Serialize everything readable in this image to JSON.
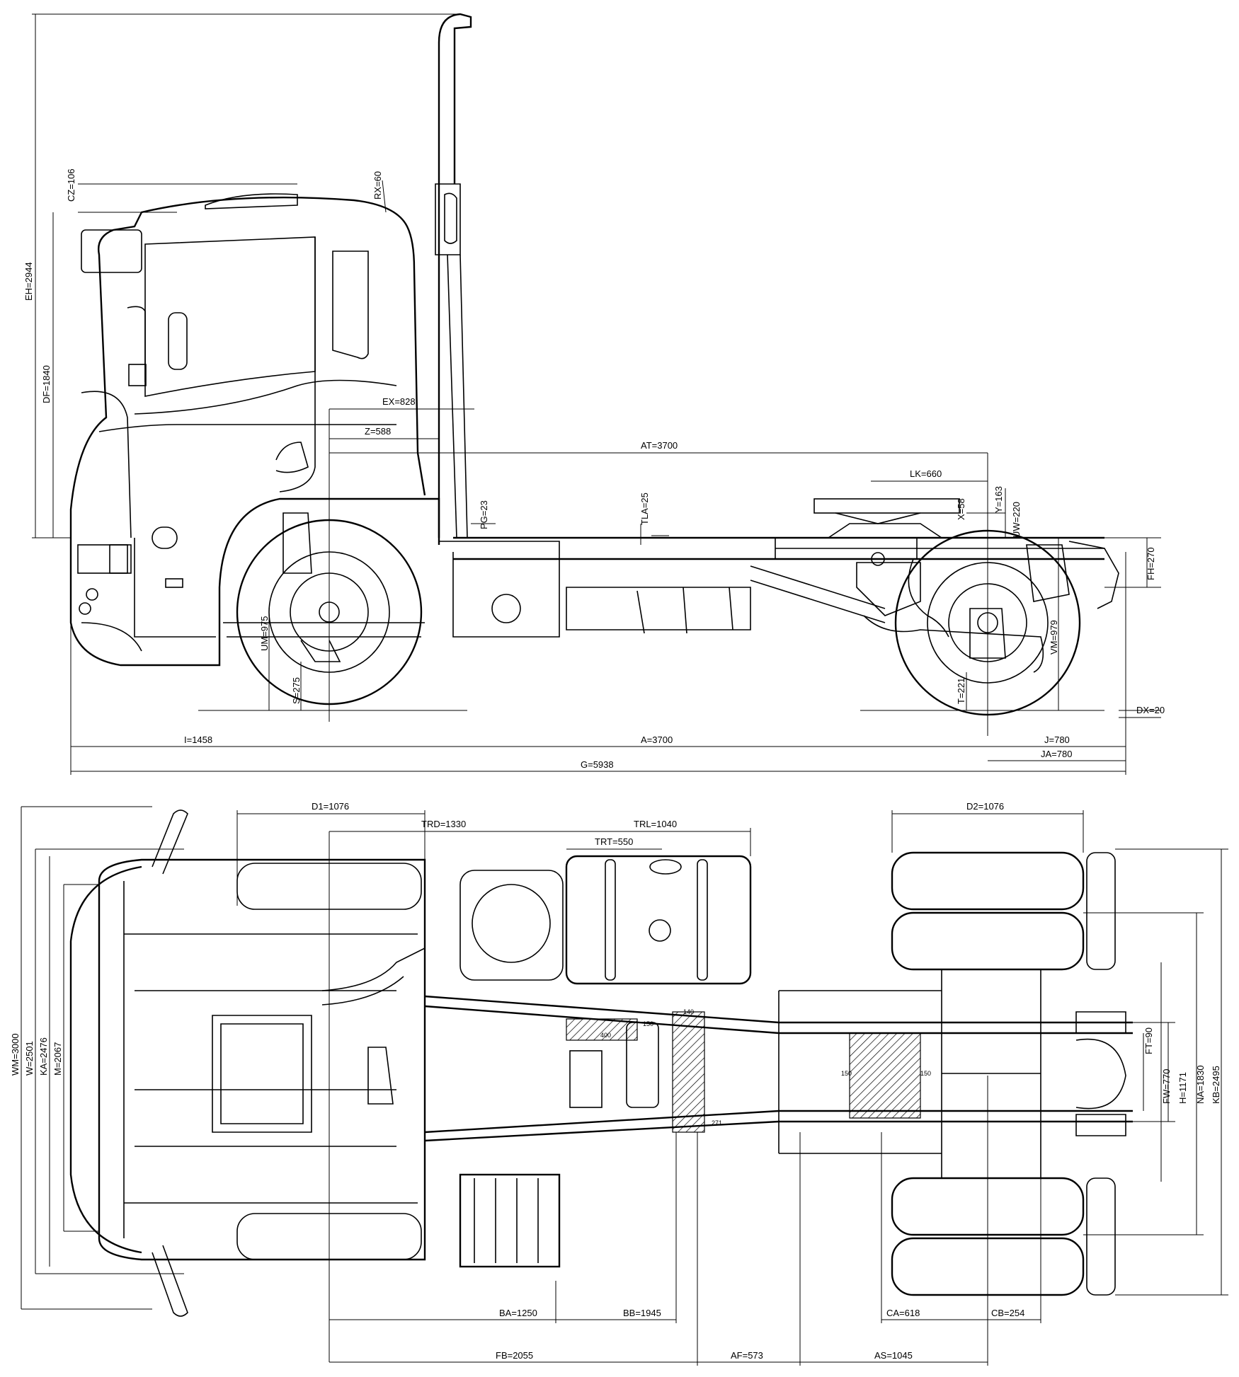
{
  "side_view": {
    "vertical_left": {
      "EH": "EH=2944",
      "CZ": "CZ=106",
      "DF": "DF=1840"
    },
    "cab": {
      "RX": "RX=60",
      "EX": "EX=828",
      "Z": "Z=588"
    },
    "frame": {
      "AT": "AT=3700",
      "LK": "LK=660",
      "PG": "PG=23",
      "TLA": "TLA=25",
      "X": "X=58",
      "Y": "Y=163",
      "UW": "UW=220",
      "FH": "FH=270"
    },
    "axles": {
      "UM": "UM=975",
      "VM": "VM=979",
      "S": "S=275",
      "T": "T=221",
      "DX": "DX=20"
    },
    "bottom": {
      "I": "I=1458",
      "A": "A=3700",
      "J": "J=780",
      "JA": "JA=780",
      "G": "G=5938"
    }
  },
  "top_view": {
    "top_dims": {
      "D1": "D1=1076",
      "TRD": "TRD=1330",
      "TRL": "TRL=1040",
      "TRT": "TRT=550",
      "D2": "D2=1076"
    },
    "left_dims": {
      "WM": "WM=3000",
      "W": "W=2501",
      "KA": "KA=2476",
      "M": "M=2067"
    },
    "right_dims": {
      "FT": "FT=90",
      "FW": "FW=770",
      "H": "H=1171",
      "NA": "NA=1830",
      "KB": "KB=2495"
    },
    "bottom_dims": {
      "BA": "BA=1250",
      "BB": "BB=1945",
      "CA": "CA=618",
      "CB": "CB=254",
      "FB": "FB=2055",
      "AF": "AF=573",
      "AS": "AS=1045"
    },
    "small_labels": {
      "l140": "140",
      "l150a": "150",
      "l400": "400",
      "l150b": "150",
      "l150c": "150",
      "l271": "271"
    }
  }
}
